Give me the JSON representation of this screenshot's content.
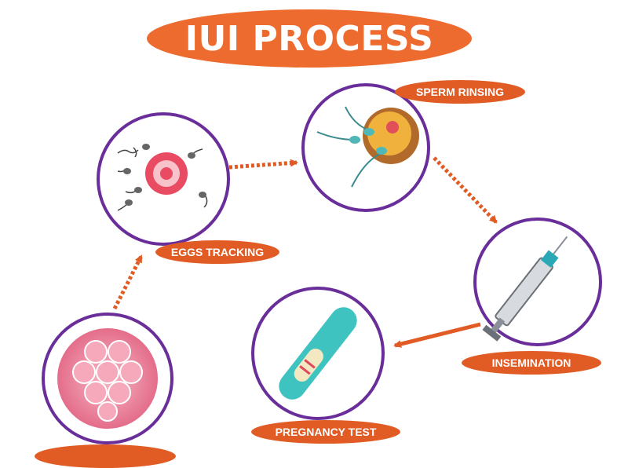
{
  "diagram": {
    "title": "IUI PROCESS",
    "steps": [
      {
        "label": "EGGS TRACKING"
      },
      {
        "label": "SPERM RINSING"
      },
      {
        "label": "INSEMINATION"
      },
      {
        "label": "PREGNANCY TEST"
      },
      {
        "label": ""
      }
    ],
    "colors": {
      "accent": "#ee6b2f",
      "label": "#e15b24",
      "circle_border": "#6a2e9a",
      "arrow": "#e15b24"
    }
  }
}
